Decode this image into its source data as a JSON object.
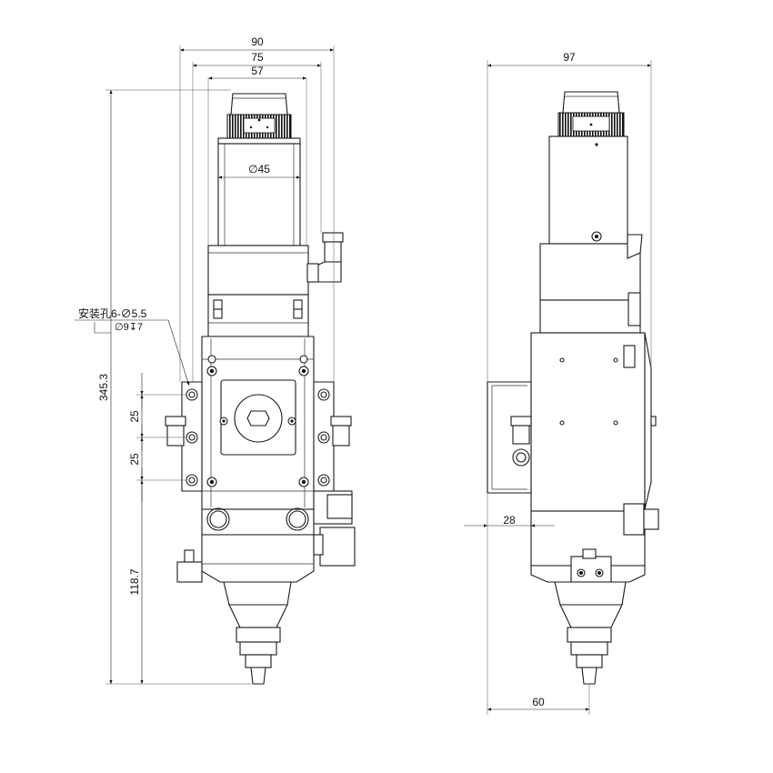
{
  "front_view": {
    "dims": {
      "width_overall": "90",
      "width_mid": "75",
      "width_inner": "57",
      "collimator_diameter": "∅45",
      "height_overall": "345.3",
      "hole_pitch_upper": "25",
      "hole_pitch_lower": "25",
      "height_lower": "118.7"
    },
    "mount_note": {
      "line1": "安装孔6-∅5.5",
      "line2": "∅9↧7"
    }
  },
  "side_view": {
    "dims": {
      "width_overall": "97",
      "depth_offset": "28",
      "nozzle_offset": "60"
    }
  }
}
